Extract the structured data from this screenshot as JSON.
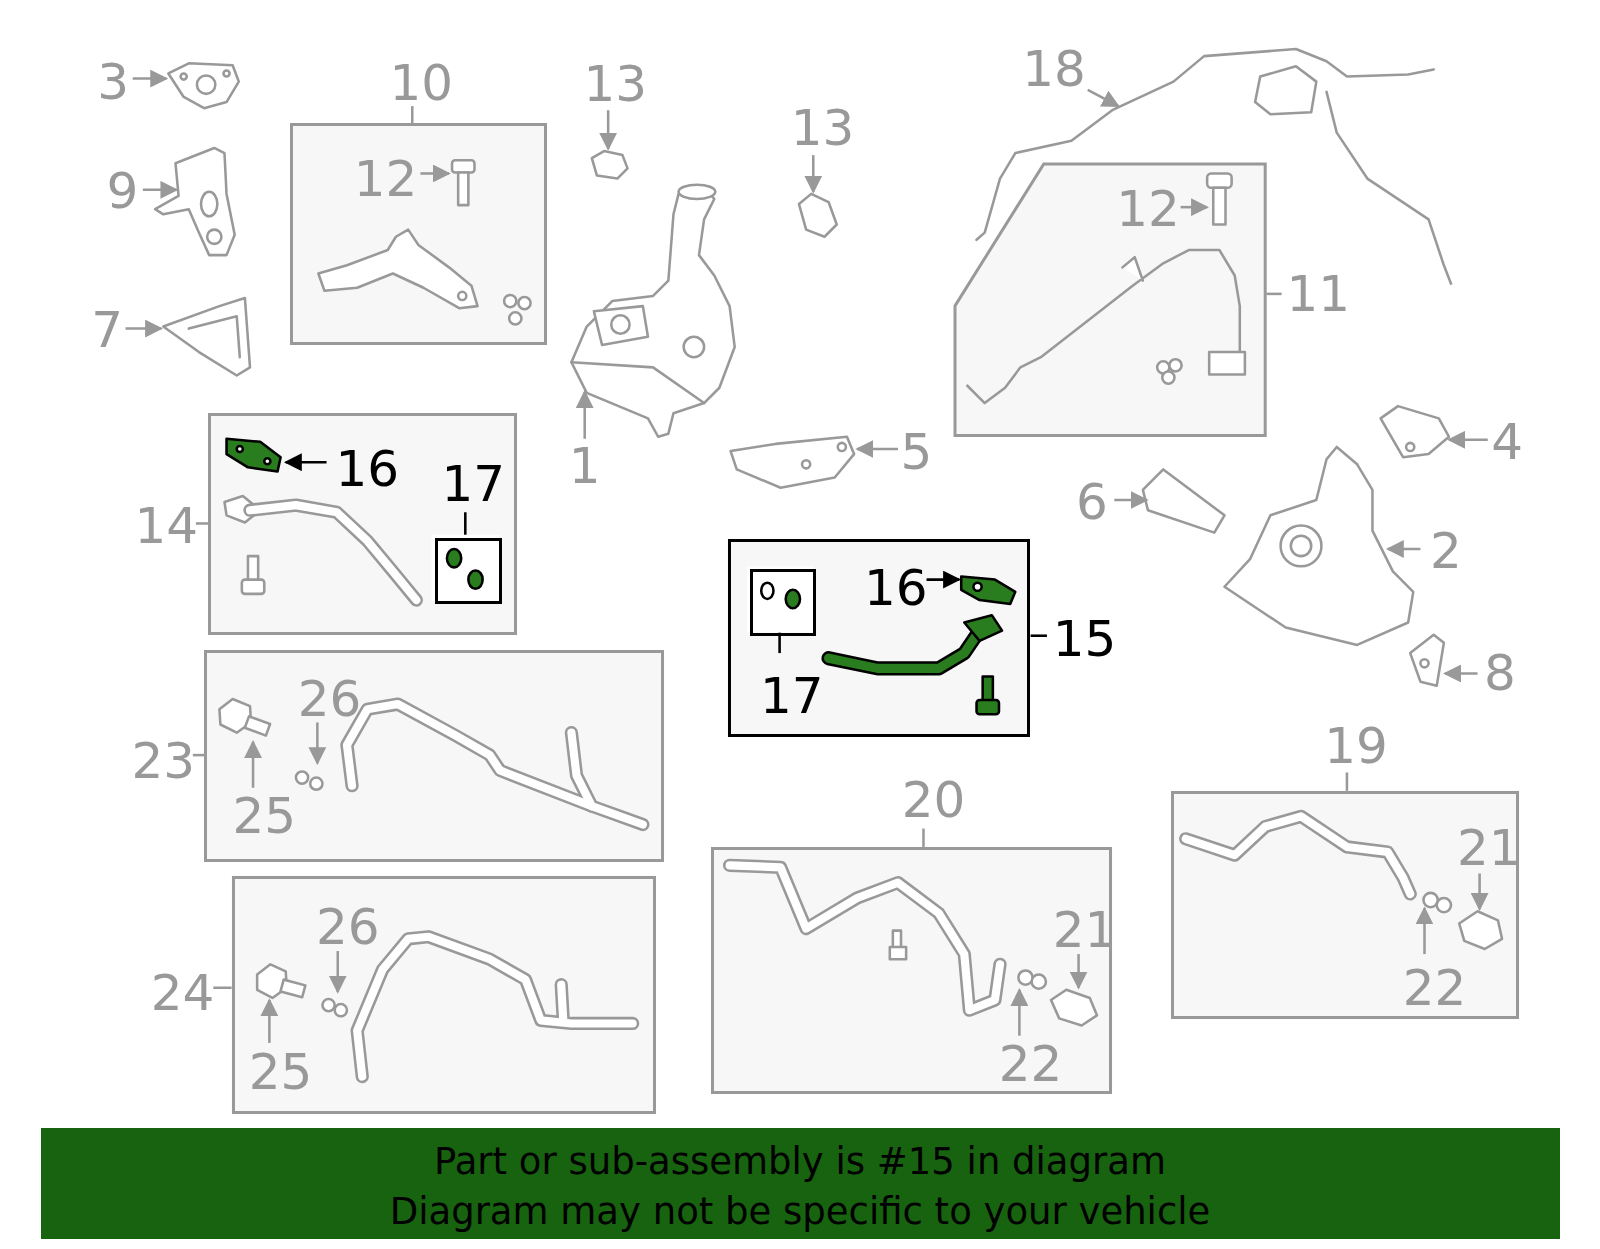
{
  "diagram": {
    "nodes": [
      {
        "text": [
          "10",
          "12"
        ]
      },
      {
        "text": [
          "12",
          "11"
        ]
      },
      {
        "text": [
          "16",
          "14"
        ]
      },
      {
        "text": [
          "17"
        ],
        "in": 2
      },
      {
        "text": [
          "16",
          "15"
        ]
      },
      {
        "text": [
          "17"
        ],
        "in": 4
      },
      {
        "text": [
          "26",
          "25",
          "23"
        ]
      },
      {
        "text": [
          "19",
          "21",
          "22"
        ]
      },
      {
        "text": [
          "20",
          "21",
          "22"
        ]
      },
      {
        "text": [
          "26",
          "25",
          "24"
        ]
      },
      {
        "text": [
          "Part or sub-assembly is #15 in diagram",
          "Diagram may not be specific to your vehicle"
        ]
      }
    ],
    "labels": [
      "3",
      "9",
      "7",
      "13",
      "13",
      "1",
      "18",
      "5",
      "4",
      "6",
      "2",
      "8"
    ]
  }
}
